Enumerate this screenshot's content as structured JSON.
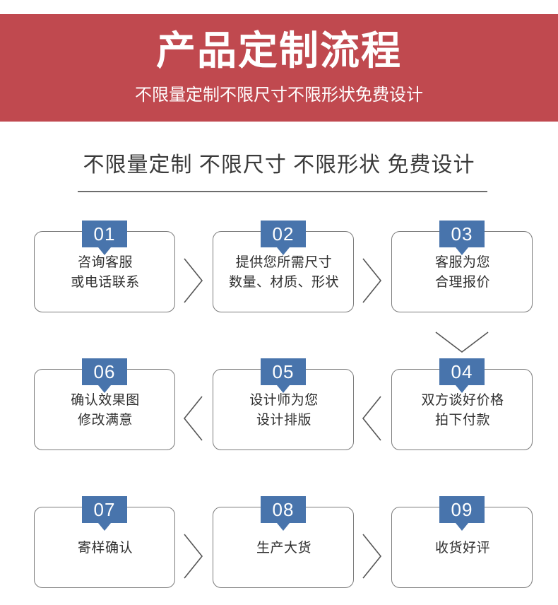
{
  "banner": {
    "title": "产品定制流程",
    "subtitle": "不限量定制不限尺寸不限形状免费设计",
    "background_color": "#c0494f",
    "text_color": "#ffffff"
  },
  "section": {
    "heading": "不限量定制 不限尺寸 不限形状 免费设计",
    "divider_color": "#6d6d6d"
  },
  "theme": {
    "tag_color": "#4874ac",
    "card_border_color": "#7b7b7b",
    "card_text_color": "#2e2e2e",
    "arrow_color": "#555555"
  },
  "steps": [
    {
      "number": "01",
      "line1": "咨询客服",
      "line2": "或电话联系"
    },
    {
      "number": "02",
      "line1": "提供您所需尺寸",
      "line2": "数量、材质、形状"
    },
    {
      "number": "03",
      "line1": "客服为您",
      "line2": "合理报价"
    },
    {
      "number": "06",
      "line1": "确认效果图",
      "line2": "修改满意"
    },
    {
      "number": "05",
      "line1": "设计师为您",
      "line2": "设计排版"
    },
    {
      "number": "04",
      "line1": "双方谈好价格",
      "line2": "拍下付款"
    },
    {
      "number": "07",
      "line1": "寄样确认",
      "line2": ""
    },
    {
      "number": "08",
      "line1": "生产大货",
      "line2": ""
    },
    {
      "number": "09",
      "line1": "收货好评",
      "line2": ""
    }
  ]
}
